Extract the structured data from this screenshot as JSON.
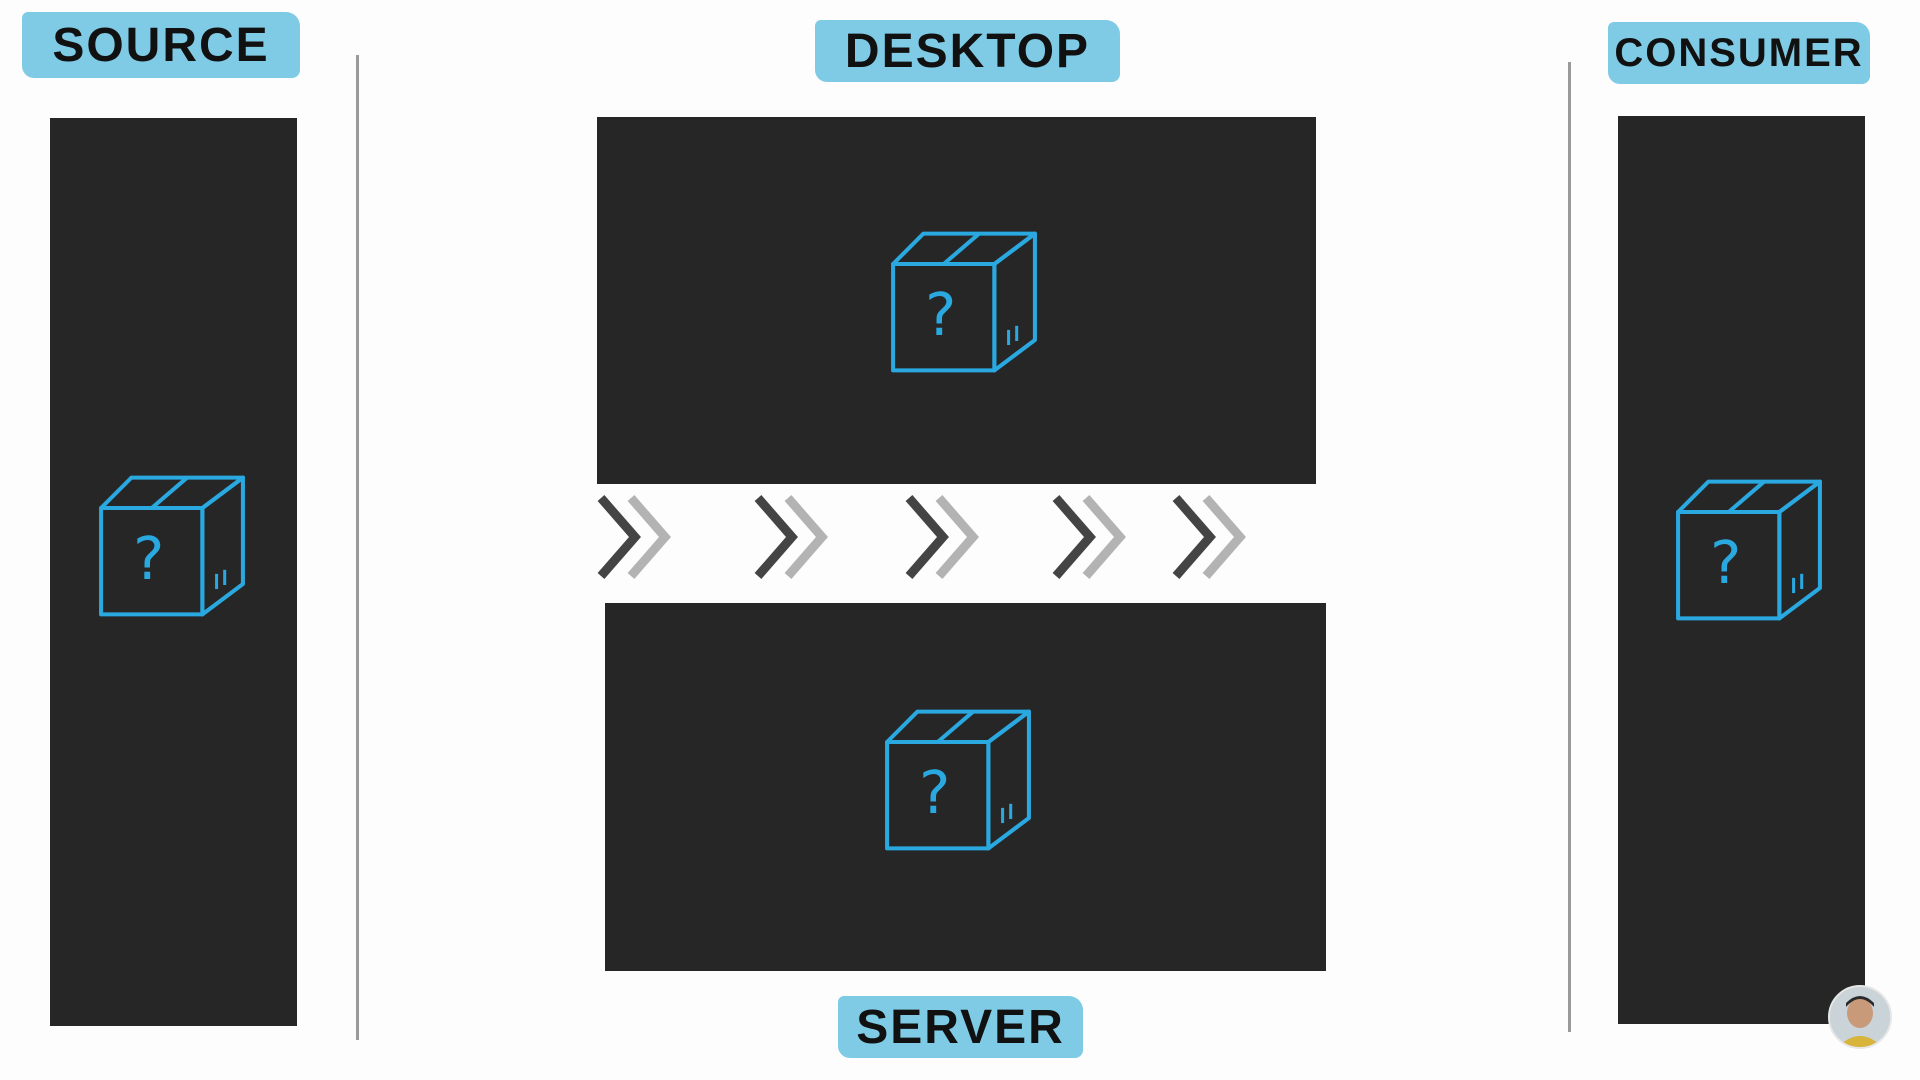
{
  "labels": {
    "source": "SOURCE",
    "desktop": "DESKTOP",
    "consumer": "CONSUMER",
    "server": "SERVER"
  },
  "icons": {
    "box": "question-box-icon",
    "arrow": "chevron-right-icon"
  },
  "colors": {
    "panel": "#262626",
    "accent": "#2aa8e0",
    "label_highlight": "#7fcbe6"
  }
}
